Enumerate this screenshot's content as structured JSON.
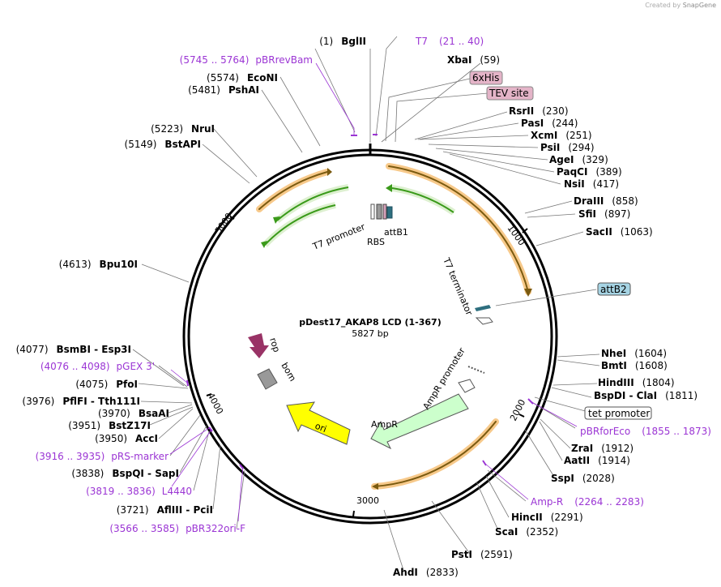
{
  "credit": {
    "prefix": "Created by",
    "brand": "SnapGene"
  },
  "plasmid": {
    "name": "pDest17_AKAP8 LCD (1-367)",
    "length": "5827 bp"
  },
  "ticks": [
    "1000",
    "2000",
    "3000",
    "4000",
    "5000"
  ],
  "sites_right": [
    {
      "name": "XbaI",
      "pos": "(59)"
    },
    {
      "name": "RsrII",
      "pos": "(230)"
    },
    {
      "name": "PasI",
      "pos": "(244)"
    },
    {
      "name": "XcmI",
      "pos": "(251)"
    },
    {
      "name": "PsiI",
      "pos": "(294)"
    },
    {
      "name": "AgeI",
      "pos": "(329)"
    },
    {
      "name": "PaqCI",
      "pos": "(389)"
    },
    {
      "name": "NsiI",
      "pos": "(417)"
    },
    {
      "name": "DraIII",
      "pos": "(858)"
    },
    {
      "name": "SfiI",
      "pos": "(897)"
    },
    {
      "name": "SacII",
      "pos": "(1063)"
    },
    {
      "name": "NheI",
      "pos": "(1604)"
    },
    {
      "name": "BmtI",
      "pos": "(1608)"
    },
    {
      "name": "HindIII",
      "pos": "(1804)"
    },
    {
      "name": "BspDI - ClaI",
      "pos": "(1811)"
    },
    {
      "name": "ZraI",
      "pos": "(1912)"
    },
    {
      "name": "AatII",
      "pos": "(1914)"
    },
    {
      "name": "SspI",
      "pos": "(2028)"
    },
    {
      "name": "HincII",
      "pos": "(2291)"
    },
    {
      "name": "ScaI",
      "pos": "(2352)"
    },
    {
      "name": "PstI",
      "pos": "(2591)"
    },
    {
      "name": "AhdI",
      "pos": "(2833)"
    }
  ],
  "sites_left": [
    {
      "name": "BglII",
      "pos": "(1)"
    },
    {
      "name": "EcoNI",
      "pos": "(5574)"
    },
    {
      "name": "PshAI",
      "pos": "(5481)"
    },
    {
      "name": "NruI",
      "pos": "(5223)"
    },
    {
      "name": "BstAPI",
      "pos": "(5149)"
    },
    {
      "name": "Bpu10I",
      "pos": "(4613)"
    },
    {
      "name": "BsmBI - Esp3I",
      "pos": "(4077)"
    },
    {
      "name": "PfoI",
      "pos": "(4075)"
    },
    {
      "name": "PflFI - Tth111I",
      "pos": "(3976)"
    },
    {
      "name": "BsaAI",
      "pos": "(3970)"
    },
    {
      "name": "BstZ17I",
      "pos": "(3951)"
    },
    {
      "name": "AccI",
      "pos": "(3950)"
    },
    {
      "name": "BspQI - SapI",
      "pos": "(3838)"
    },
    {
      "name": "AflIII - PciI",
      "pos": "(3721)"
    }
  ],
  "primers": [
    {
      "name": "T7",
      "range": "(21 .. 40)"
    },
    {
      "name": "pBRrevBam",
      "range": "(5745 .. 5764)"
    },
    {
      "name": "pGEX 3'",
      "range": "(4076 .. 4098)"
    },
    {
      "name": "pRS-marker",
      "range": "(3916 .. 3935)"
    },
    {
      "name": "L4440",
      "range": "(3819 .. 3836)"
    },
    {
      "name": "pBR322ori-F",
      "range": "(3566 .. 3585)"
    },
    {
      "name": "pBRforEco",
      "range": "(1855 .. 1873)"
    },
    {
      "name": "Amp-R",
      "range": "(2264 .. 2283)"
    }
  ],
  "boxed_features": {
    "his": "6xHis",
    "tev": "TEV site",
    "attb2": "attB2",
    "tet": "tet promoter"
  },
  "feature_labels": {
    "t7promoter": "T7 promoter",
    "attb1": "attB1",
    "rbs": "RBS",
    "t7terminator": "T7 terminator",
    "ampr_promoter": "AmpR promoter",
    "ampr": "AmpR",
    "ori": "ori",
    "rop": "rop",
    "bom": "bom"
  },
  "colors": {
    "orange": "#f7c98a",
    "green": "#3a9a1a",
    "ampr": "#ccffcc",
    "ori": "#ffff00",
    "rop": "#993366",
    "primer": "#9b35d4",
    "attb2": "#a6d4e4",
    "tag": "#e4b4c8"
  }
}
